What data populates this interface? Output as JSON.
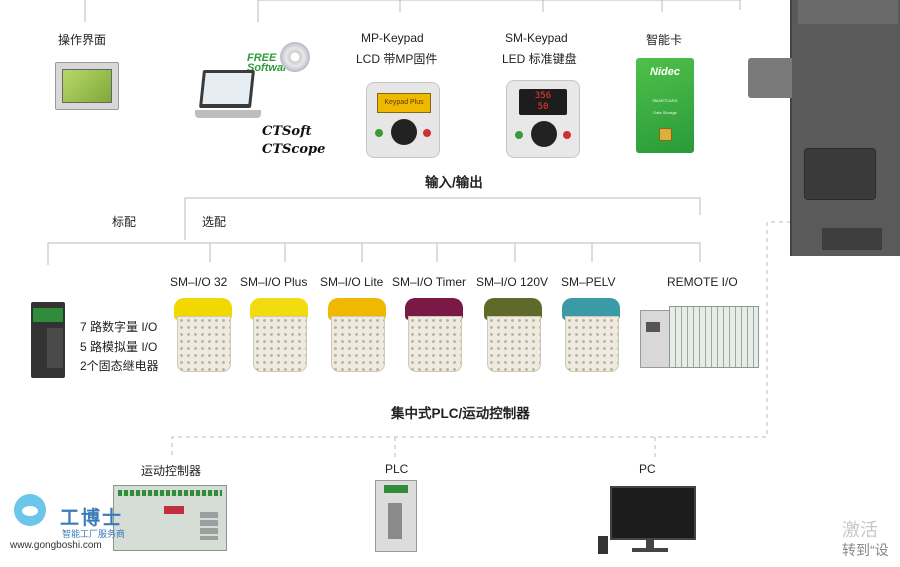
{
  "top": {
    "operator_interface": "操作界面",
    "software": {
      "free_line1": "FREE",
      "free_line2": "Software",
      "ctsoft": "CTSoft",
      "ctscope": "CTScope"
    },
    "mp_keypad": {
      "line1": "MP-Keypad",
      "line2": "LCD 带MP固件",
      "screen_text": "Keypad Plus"
    },
    "sm_keypad": {
      "line1": "SM-Keypad",
      "line2": "LED 标准键盘",
      "display_top": "356",
      "display_bottom": "50"
    },
    "smart_card": {
      "label": "智能卡",
      "brand": "Nidec",
      "card_text1": "SMARTCARD",
      "card_text2": "Data Storage"
    }
  },
  "io_title": "输入/输出",
  "standard_label": "标配",
  "optional_label": "选配",
  "onboard_io": {
    "line1": "7 路数字量 I/O",
    "line2": "5 路模拟量 I/O",
    "line3": "2个固态继电器"
  },
  "modules": [
    {
      "label": "SM–I/O 32",
      "color": "#f0d800"
    },
    {
      "label": "SM–I/O Plus",
      "color": "#f2dc10"
    },
    {
      "label": "SM–I/O Lite",
      "color": "#f0b800"
    },
    {
      "label": "SM–I/O Timer",
      "color": "#7a1846"
    },
    {
      "label": "SM–I/O 120V",
      "color": "#5f6a2a"
    },
    {
      "label": "SM–PELV",
      "color": "#3a9aa6"
    }
  ],
  "remote_io": "REMOTE I/O",
  "plc_title": "集中式PLC/运动控制器",
  "bottom": {
    "motion": "运动控制器",
    "plc": "PLC",
    "pc": "PC"
  },
  "watermark": {
    "brand": "工博士",
    "tagline": "智能工厂服务商",
    "url": "www.gongboshi.com",
    "right1": "激活",
    "right2": "转到“设"
  }
}
